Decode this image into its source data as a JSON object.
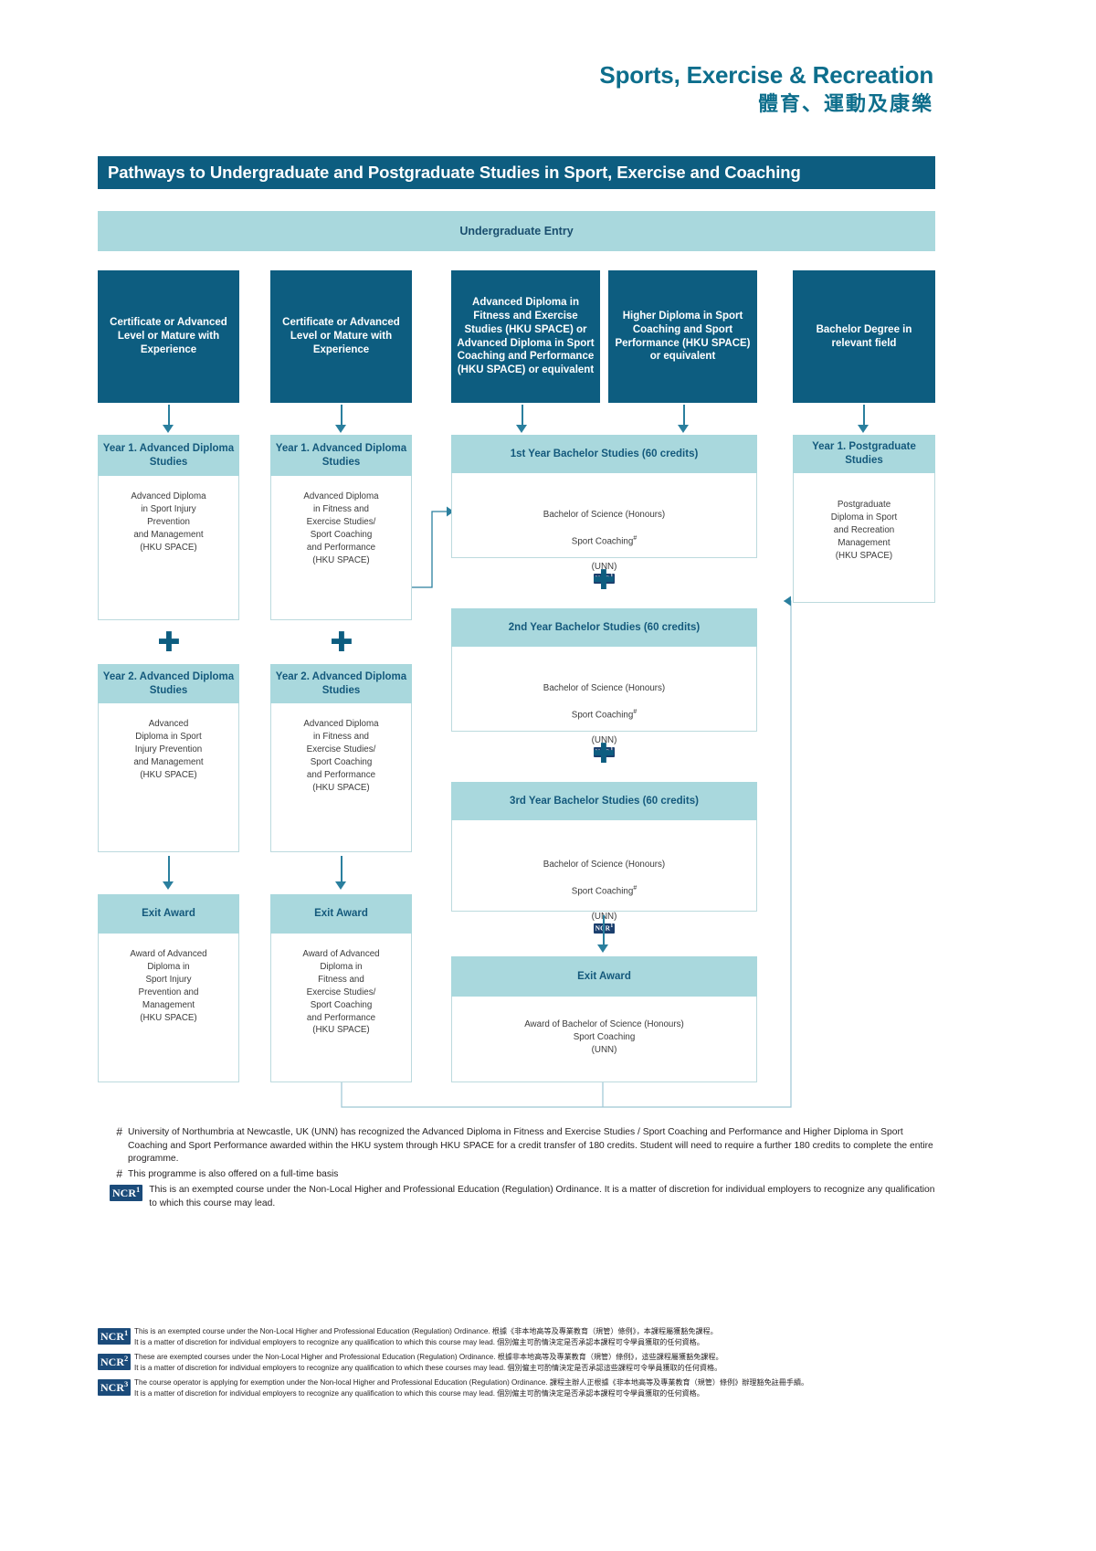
{
  "header": {
    "title_en": "Sports, Exercise & Recreation",
    "title_zh": "體育、運動及康樂"
  },
  "title_bar": "Pathways to Undergraduate and Postgraduate Studies in Sport, Exercise and Coaching",
  "entry_banner": "Undergraduate Entry",
  "colors": {
    "dark_blue": "#0d5d80",
    "light_teal": "#a9d8dd",
    "accent_teal": "#0d6e8c",
    "arrow": "#2a7f9e",
    "ncr_chip": "#1b3f6e"
  },
  "columns": [
    {
      "id": "col1",
      "entry": "Certificate or\nAdvanced Level\nor Mature\nwith\nExperience",
      "stages": [
        {
          "header": "Year 1.\nAdvanced Diploma\nStudies",
          "body": "Advanced Diploma\nin Sport Injury\nPrevention\nand Management\n(HKU SPACE)"
        },
        {
          "header": "Year 2. Advanced\nDiploma Studies",
          "body": "Advanced\nDiploma in Sport\nInjury Prevention\nand Management\n(HKU SPACE)"
        },
        {
          "header": "Exit Award",
          "body": "Award of Advanced\nDiploma in\nSport Injury\nPrevention and\nManagement\n(HKU SPACE)"
        }
      ]
    },
    {
      "id": "col2",
      "entry": "Certificate or\nAdvanced Level\nor Mature\nwith\nExperience",
      "stages": [
        {
          "header": "Year 1.\nAdvanced Diploma\nStudies",
          "body": "Advanced Diploma\nin Fitness and\nExercise Studies/\nSport Coaching\nand Performance\n(HKU SPACE)"
        },
        {
          "header": "Year 2. Advanced\nDiploma Studies",
          "body": "Advanced Diploma\nin Fitness and\nExercise Studies/\nSport Coaching\nand Performance\n(HKU SPACE)"
        },
        {
          "header": "Exit Award",
          "body": "Award of Advanced\nDiploma in\nFitness and\nExercise Studies/\nSport Coaching\nand Performance\n(HKU SPACE)"
        }
      ]
    },
    {
      "id": "col3",
      "entry": "Advanced Diploma in\nFitness and Exercise\nStudies (HKU SPACE)\nor Advanced Diploma\nin Sport Coaching and\nPerformance\n(HKU SPACE) or\nequivalent",
      "stages": [
        {
          "header": "1st Year\nBachelor Studies (60 credits)",
          "body_line1": "Bachelor of Science (Honours)",
          "body_line2": "Sport Coaching",
          "body_line3": "(UNN)",
          "ncr": "NCR",
          "ncr_sup": "1"
        },
        {
          "header": "2nd Year\nBachelor Studies (60 credits)",
          "body_line1": "Bachelor of Science (Honours)",
          "body_line2": "Sport Coaching",
          "body_line3": "(UNN)",
          "ncr": "NCR",
          "ncr_sup": "1"
        },
        {
          "header": "3rd Year\nBachelor Studies (60 credits)",
          "body_line1": "Bachelor of Science (Honours)",
          "body_line2": "Sport Coaching",
          "body_line3": "(UNN)",
          "ncr": "NCR",
          "ncr_sup": "1"
        },
        {
          "header": "Exit Award",
          "body": "Award of Bachelor of Science (Honours)\nSport Coaching\n(UNN)"
        }
      ]
    },
    {
      "id": "col4",
      "entry": "Higher Diploma in\nSport Coaching and\nSport Performance\n(HKU SPACE) or\nequivalent"
    },
    {
      "id": "col5",
      "entry": "Bachelor\nDegree\nin relevant\nfield",
      "stages": [
        {
          "header": "Year 1.\nPostgraduate Studies",
          "body": "Postgraduate\nDiploma in Sport\nand Recreation\nManagement\n(HKU SPACE)"
        }
      ]
    }
  ],
  "footnotes": [
    {
      "mark": "#",
      "text": "University of Northumbria at Newcastle, UK (UNN) has recognized the Advanced Diploma in Fitness and Exercise Studies / Sport Coaching and Performance and Higher Diploma in Sport Coaching and Sport Performance awarded within the HKU system through HKU SPACE for a credit transfer of 180 credits. Student will need to require a further 180 credits to complete the entire programme."
    },
    {
      "mark": "#",
      "text": "This programme is also offered on a full-time basis"
    }
  ],
  "footnote_ncr": {
    "chip": "NCR",
    "chip_sup": "1",
    "text": "This is an exempted course under the Non-Local Higher and Professional Education (Regulation) Ordinance. It is a matter of discretion for individual employers to recognize any qualification to which this course may lead."
  },
  "legend": [
    {
      "chip": "NCR",
      "chip_sup": "1",
      "line1": "This is an exempted course under the Non-Local Higher and Professional Education (Regulation) Ordinance. 根據《非本地高等及專業教育（規管）條例》，本課程屬獲豁免課程。",
      "line2": "It is a matter of discretion for individual employers to recognize any qualification to which this course may lead. 個別僱主可酌情決定是否承認本課程可令學員獲取的任何資格。"
    },
    {
      "chip": "NCR",
      "chip_sup": "2",
      "line1": "These are exempted courses under the Non-Local Higher and Professional Education (Regulation) Ordinance. 根據非本地高等及專業教育（規管）條例》，這些課程屬獲豁免課程。",
      "line2": "It is a matter of discretion for individual employers to recognize any qualification to which these courses may lead. 個別僱主可酌情決定是否承認這些課程可令學員獲取的任何資格。"
    },
    {
      "chip": "NCR",
      "chip_sup": "3",
      "line1": "The course operator is applying for exemption under the Non-local Higher and Professional Education (Regulation) Ordinance. 課程主辦人正根據《非本地高等及專業教育（規管）條例》辦理豁免註冊手續。",
      "line2": "It is a matter of discretion for individual employers to recognize any qualification to which this course may lead. 個別僱主可酌情決定是否承認本課程可令學員獲取的任何資格。"
    }
  ]
}
